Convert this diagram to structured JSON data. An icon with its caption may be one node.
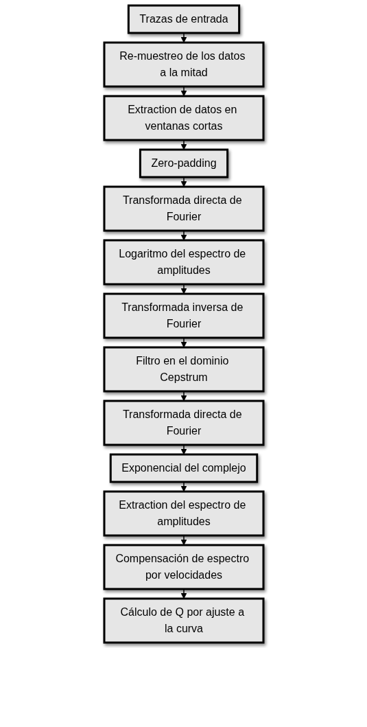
{
  "diagram": {
    "nodes": [
      {
        "text": [
          "Trazas de entrada"
        ]
      },
      {
        "text": [
          "Re-muestreo de los datos a la mitad"
        ]
      },
      {
        "text": [
          "Extraction de datos en ventanas cortas"
        ]
      },
      {
        "text": [
          "Zero-padding"
        ]
      },
      {
        "text": [
          "Transformada directa de Fourier"
        ]
      },
      {
        "text": [
          "Logaritmo del espectro de amplitudes"
        ]
      },
      {
        "text": [
          "Transformada inversa de Fourier"
        ]
      },
      {
        "text": [
          "Filtro en el dominio Cepstrum"
        ]
      },
      {
        "text": [
          "Transformada directa de Fourier"
        ]
      },
      {
        "text": [
          "Exponencial del complejo"
        ]
      },
      {
        "text": [
          "Extraction del espectro de amplitudes"
        ]
      },
      {
        "text": [
          "Compensación de espectro por velocidades"
        ]
      },
      {
        "text": [
          "Cálculo de Q por ajuste a la curva"
        ]
      }
    ],
    "edges": [
      {
        "from": 0,
        "to": 1,
        "arrow": "to"
      },
      {
        "from": 1,
        "to": 2,
        "arrow": "to"
      },
      {
        "from": 2,
        "to": 3,
        "arrow": "to"
      },
      {
        "from": 3,
        "to": 4,
        "arrow": "to"
      },
      {
        "from": 4,
        "to": 5,
        "arrow": "to"
      },
      {
        "from": 5,
        "to": 6,
        "arrow": "to"
      },
      {
        "from": 6,
        "to": 7,
        "arrow": "to"
      },
      {
        "from": 7,
        "to": 8,
        "arrow": "to"
      },
      {
        "from": 8,
        "to": 9,
        "arrow": "to"
      },
      {
        "from": 9,
        "to": 10,
        "arrow": "to"
      },
      {
        "from": 10,
        "to": 11,
        "arrow": "to"
      },
      {
        "from": 11,
        "to": 12,
        "arrow": "to"
      }
    ]
  }
}
